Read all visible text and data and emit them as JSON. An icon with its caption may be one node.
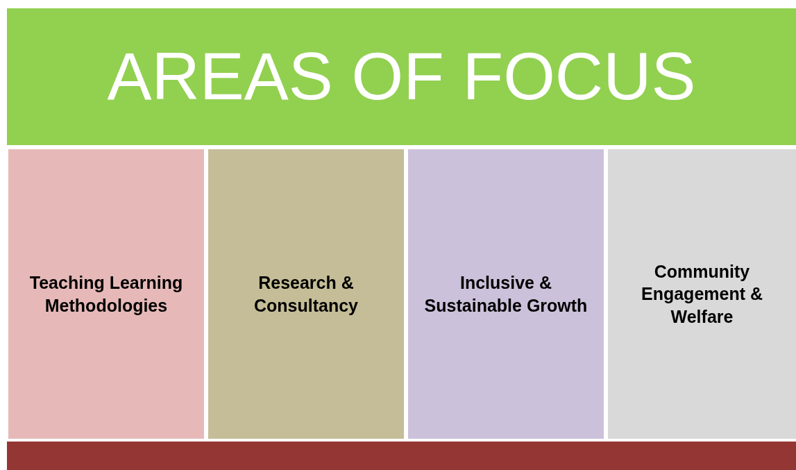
{
  "diagram": {
    "nodes": [
      {
        "text": [
          "AREAS OF FOCUS"
        ]
      },
      {
        "text": [
          "Teaching Learning Methodologies"
        ]
      },
      {
        "text": [
          "Research & Consultancy"
        ]
      },
      {
        "text": [
          "Inclusive & Sustainable Growth"
        ]
      },
      {
        "text": [
          "Community Engagement & Welfare"
        ]
      },
      {
        "text": [],
        "shape": "bar"
      }
    ]
  }
}
